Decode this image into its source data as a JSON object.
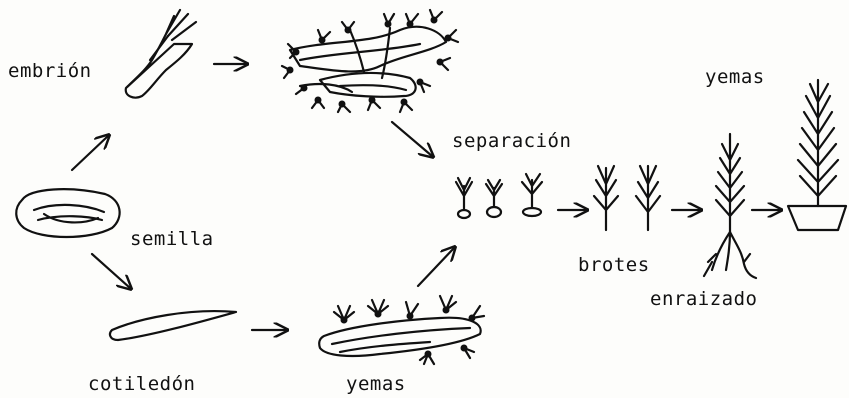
{
  "labels": {
    "embrion": "embrión",
    "yemas_top": "yemas",
    "separacion": "separación",
    "semilla": "semilla",
    "brotes": "brotes",
    "enraizado": "enraizado",
    "cotiledon": "cotiledón",
    "yemas_bottom": "yemas"
  },
  "colors": {
    "ink": "#111111",
    "paper": "#fdfdfb"
  }
}
